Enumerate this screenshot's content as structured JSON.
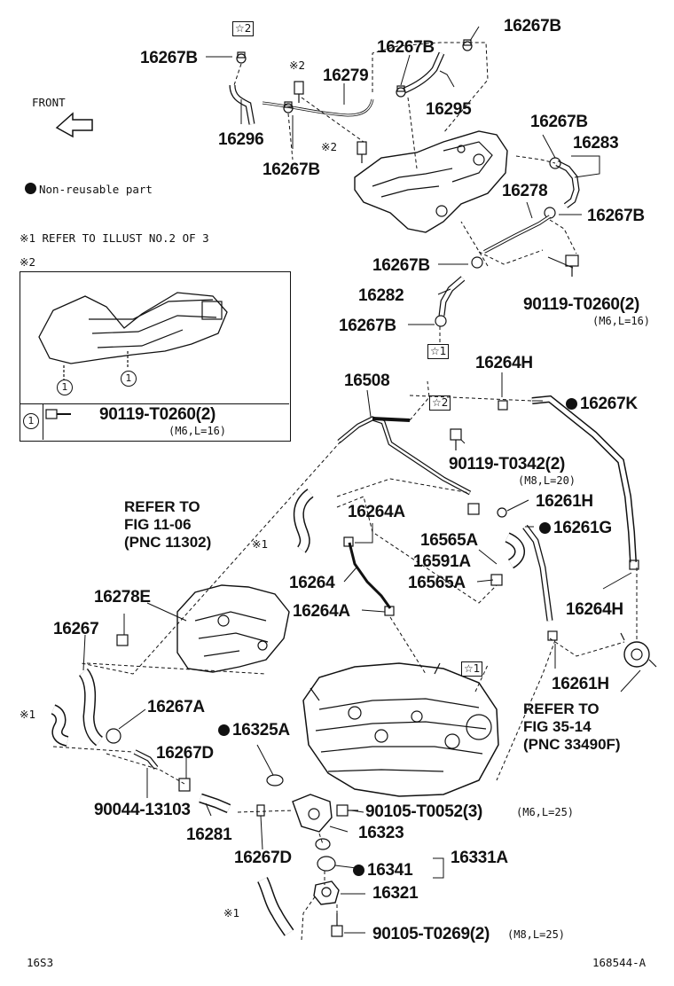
{
  "front_label": "FRONT",
  "legend": {
    "nonreusable": "Non-reusable part"
  },
  "notes": {
    "ref1": "※1 REFER TO ILLUST NO.2 OF 3",
    "ref2": "※2"
  },
  "marks": {
    "k1": "※1",
    "k2": "※2",
    "s1": "☆1",
    "s2": "☆2",
    "c1": "1"
  },
  "labels": {
    "p16267B_a": "16267B",
    "p16267B_b": "16267B",
    "p16267B_c": "16267B",
    "p16267B_d": "16267B",
    "p16267B_e": "16267B",
    "p16267B_f": "16267B",
    "p16267B_g": "16267B",
    "p16267B_h": "16267B",
    "p16279": "16279",
    "p16295": "16295",
    "p16296": "16296",
    "p16283": "16283",
    "p16278": "16278",
    "p16282": "16282",
    "p90119_T0260": "90119-T0260(2)",
    "p90119_T0260_spec": "(M6,L=16)",
    "inset_bolt": "90119-T0260(2)",
    "inset_bolt_spec": "(M6,L=16)",
    "p16508": "16508",
    "p16264H_a": "16264H",
    "p16267K": "16267K",
    "p90119_T0342": "90119-T0342(2)",
    "p90119_T0342_spec": "(M8,L=20)",
    "p16261H_a": "16261H",
    "p16261G": "16261G",
    "p16264A_a": "16264A",
    "p16565A_a": "16565A",
    "p16591A": "16591A",
    "p16565A_b": "16565A",
    "p16264": "16264",
    "p16264A_b": "16264A",
    "p16264H_b": "16264H",
    "p16261H_b": "16261H",
    "p16278E": "16278E",
    "p16267": "16267",
    "p16267A": "16267A",
    "p16325A": "16325A",
    "p16267D_a": "16267D",
    "p90044": "90044-13103",
    "p16281": "16281",
    "p16267D_b": "16267D",
    "p90105_T0052": "90105-T0052(3)",
    "p90105_T0052_spec": "(M6,L=25)",
    "p16323": "16323",
    "p16341": "16341",
    "p16331A": "16331A",
    "p16321": "16321",
    "p90105_T0269": "90105-T0269(2)",
    "p90105_T0269_spec": "(M8,L=25)"
  },
  "refs": {
    "fig1106": "REFER TO\nFIG 11-06\n(PNC 11302)",
    "fig3514": "REFER TO\nFIG 35-14\n(PNC 33490F)"
  },
  "footer": {
    "left": "16S3",
    "right": "168544-A"
  }
}
